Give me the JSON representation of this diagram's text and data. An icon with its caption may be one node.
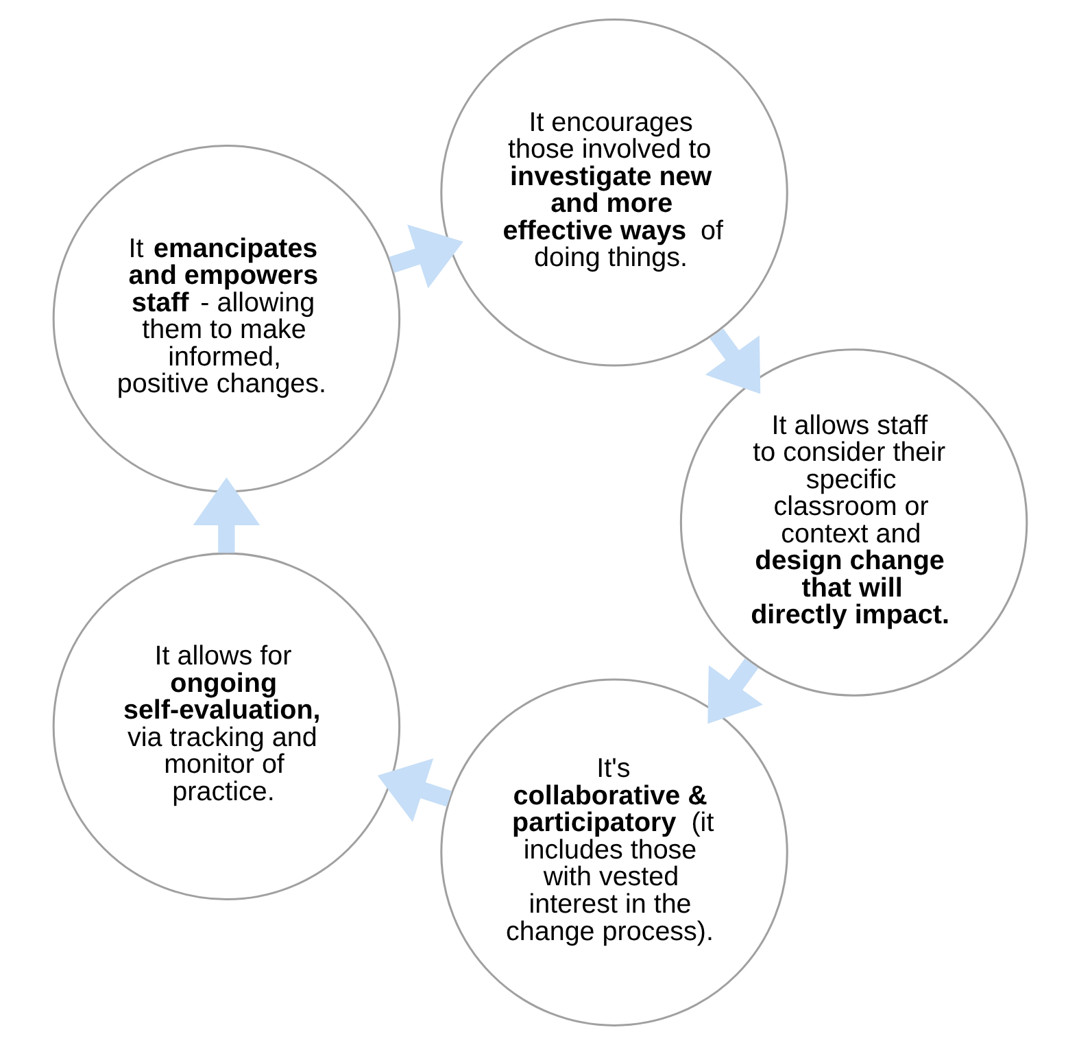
{
  "diagram": {
    "nodes": [
      {
        "text": [
          "It's **collaborative & participatory** (it includes those with vested interest in the change process)."
        ]
      },
      {
        "text": [
          "It allows for **ongoing self-evaluation,** via tracking and monitor of practice."
        ]
      },
      {
        "text": [
          "It **emancipates and empowers staff** - allowing them to make informed, positive changes."
        ]
      },
      {
        "text": [
          "It encourages those involved to **investigate new and more effective ways** of doing things."
        ]
      },
      {
        "text": [
          "It allows staff to consider their specific classroom or context and **design change that will directly impact.**"
        ]
      }
    ],
    "edges": [
      {
        "from": 0,
        "to": 1,
        "arrow": "to"
      },
      {
        "from": 1,
        "to": 2,
        "arrow": "to"
      },
      {
        "from": 2,
        "to": 3,
        "arrow": "to"
      },
      {
        "from": 3,
        "to": 4,
        "arrow": "to"
      },
      {
        "from": 4,
        "to": 0,
        "arrow": "to"
      }
    ]
  }
}
